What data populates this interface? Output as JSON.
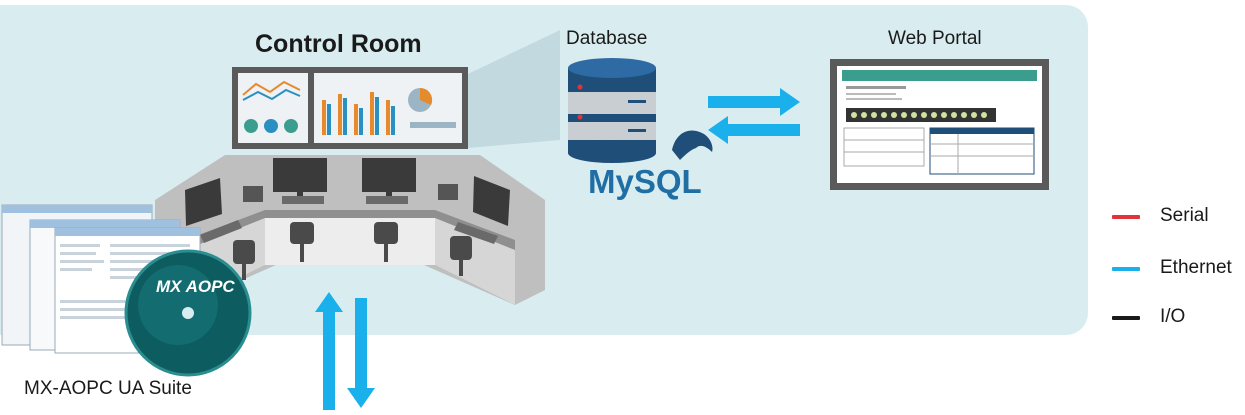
{
  "labels": {
    "control_room": "Control Room",
    "database": "Database",
    "web_portal": "Web Portal",
    "software_suite": "MX-AOPC UA Suite",
    "mysql_logo": "MySQL",
    "disc_logo": "MX AOPC"
  },
  "legend": [
    {
      "label": "Serial",
      "color": "#e0343c"
    },
    {
      "label": "Ethernet",
      "color": "#1ab0ec"
    },
    {
      "label": "I/O",
      "color": "#1a1a1a"
    }
  ],
  "colors": {
    "panel_bg": "#d9edf1",
    "ethernet_arrow": "#1ab0ec",
    "monitor_frame": "#555555",
    "portal_header": "#3a9d8e",
    "db_blue": "#1f4e79"
  }
}
